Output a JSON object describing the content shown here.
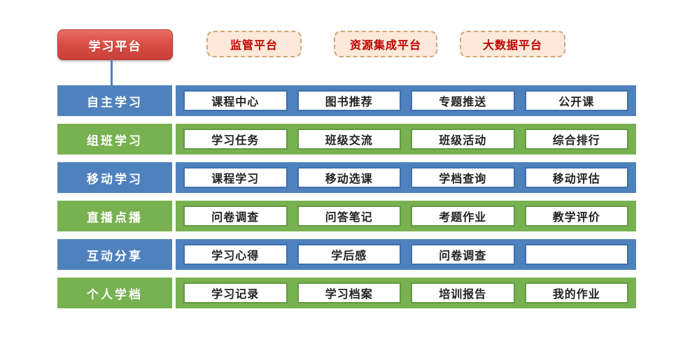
{
  "platforms": {
    "primary": "学习平台",
    "secondary": [
      "监管平台",
      "资源集成平台",
      "大数据平台"
    ]
  },
  "rows": [
    {
      "label": "自主学习",
      "items": [
        "课程中心",
        "图书推荐",
        "专题推送",
        "公开课"
      ]
    },
    {
      "label": "组班学习",
      "items": [
        "学习任务",
        "班级交流",
        "班级活动",
        "综合排行"
      ]
    },
    {
      "label": "移动学习",
      "items": [
        "课程学习",
        "移动选课",
        "学档查询",
        "移动评估"
      ]
    },
    {
      "label": "直播点播",
      "items": [
        "问卷调查",
        "问答笔记",
        "考题作业",
        "教学评价"
      ]
    },
    {
      "label": "互动分享",
      "items": [
        "学习心得",
        "学后感",
        "问卷调查",
        ""
      ]
    },
    {
      "label": "个人学档",
      "items": [
        "学习记录",
        "学习档案",
        "培训报告",
        "我的作业"
      ]
    }
  ],
  "colors": {
    "primary_button_red": "#d94f46",
    "row_blue": "#4f81bd",
    "row_green": "#77b150",
    "dashed_button_bg": "#fce9d9",
    "dashed_button_border": "#cfa77c",
    "dashed_button_text": "#c00000"
  }
}
